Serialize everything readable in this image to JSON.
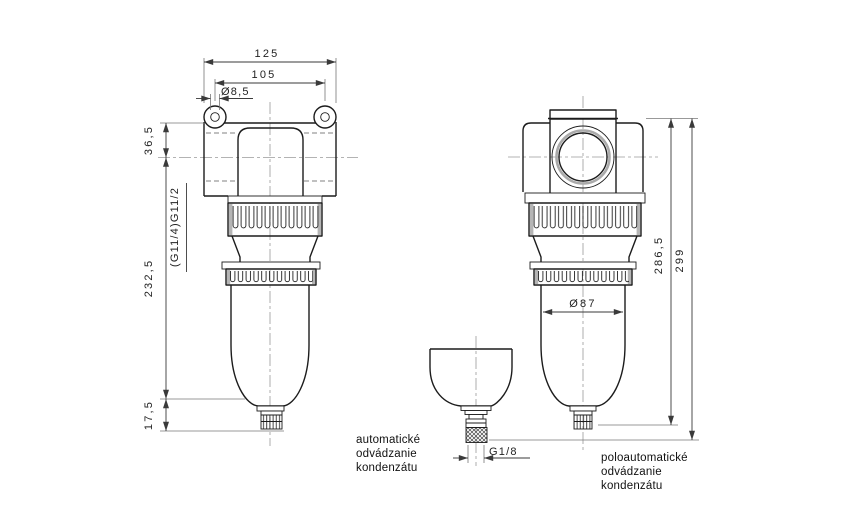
{
  "drawing": {
    "type": "technical-drawing-filter-unit",
    "dimensions": {
      "overall_width": "125",
      "mounting_hole_spacing": "105",
      "mounting_hole_diameter": "Ø8,5",
      "top_to_port_axis": "36,5",
      "port_thread": "(G11/4)G11/2",
      "axis_to_bowl_bottom": "232,5",
      "drain_height": "17,5",
      "bowl_diameter": "Ø87",
      "height_semi_auto": "286,5",
      "height_auto": "299",
      "drain_port_thread": "G1/8"
    },
    "labels": {
      "auto_drain": {
        "line1": "automatické",
        "line2": "odvádzanie",
        "line3": "kondenzátu"
      },
      "semi_auto_drain": {
        "line1": "poloautomatické",
        "line2": "odvádzanie",
        "line3": "kondenzátu"
      }
    },
    "colors": {
      "line": "#1c1c1c",
      "dimension": "#3a3a3a",
      "centerline": "#9a9a9a",
      "shading": "#b5b5b5",
      "background": "#ffffff"
    }
  }
}
